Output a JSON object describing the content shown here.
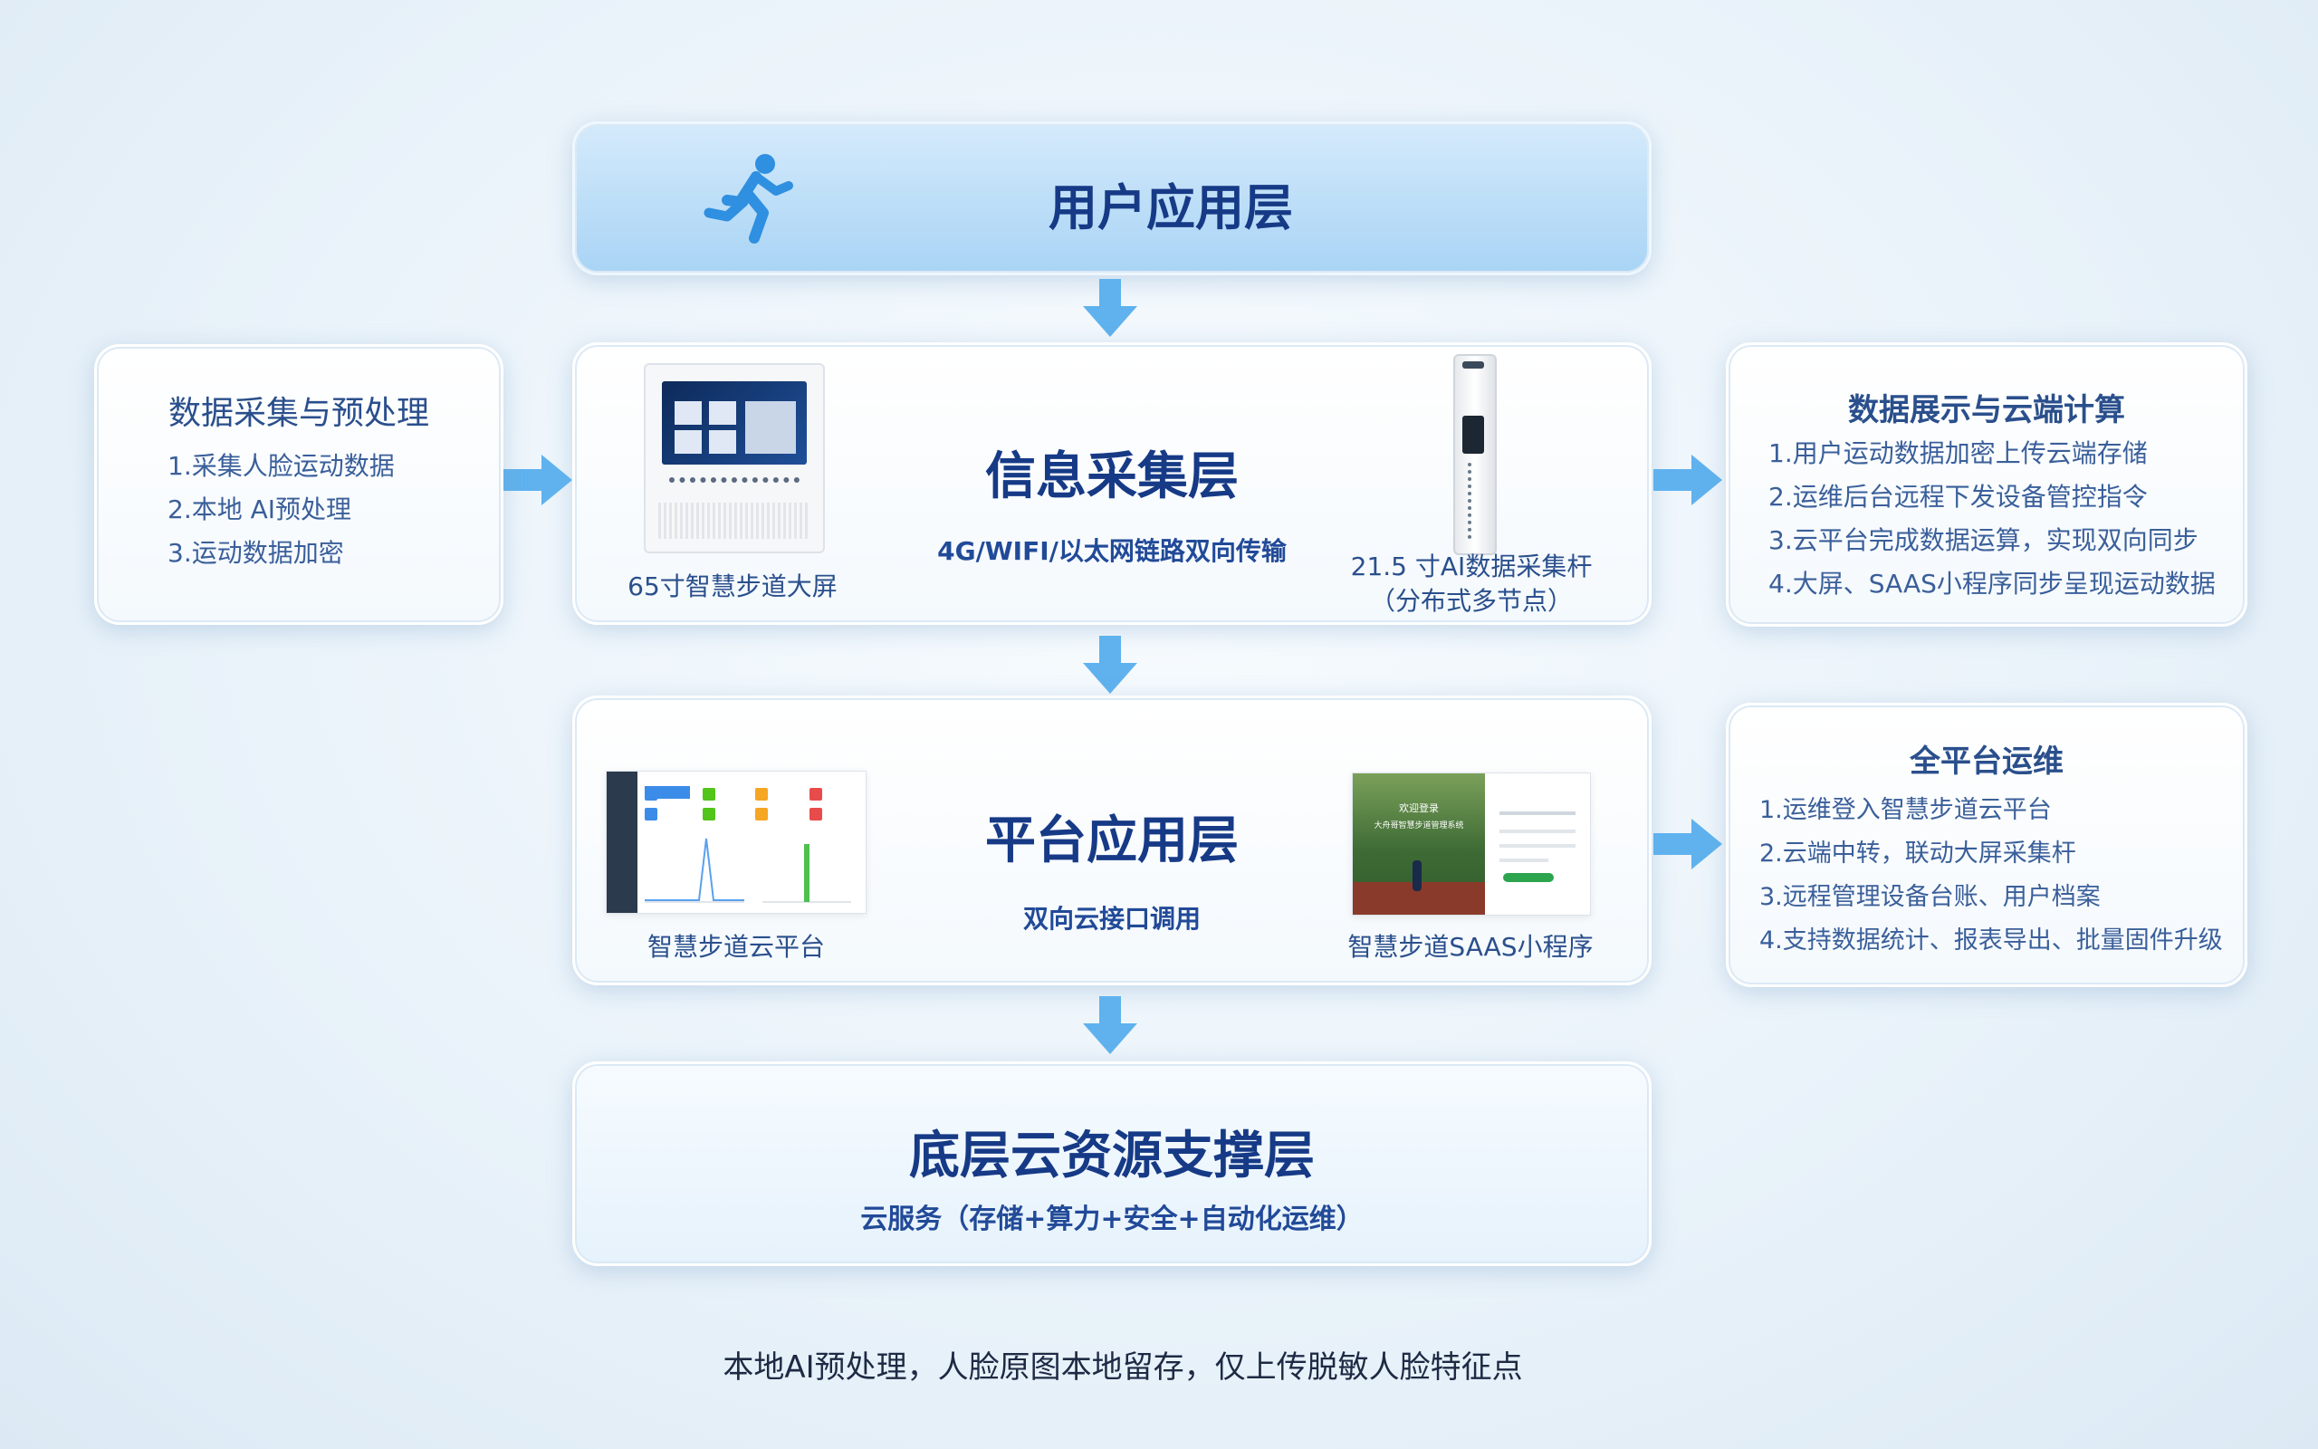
{
  "layers": {
    "user": {
      "title": "用户应用层",
      "icon": "runner-icon"
    },
    "collect": {
      "title": "信息采集层",
      "subtitle": "4G/WIFI/以太网链路双向传输",
      "left_device_caption": "65寸智慧步道大屏",
      "right_device_caption": "21.5 寸AI数据采集杆\n（分布式多节点）"
    },
    "platform": {
      "title": "平台应用层",
      "subtitle": "双向云接口调用",
      "left_caption": "智慧步道云平台",
      "right_caption": "智慧步道SAAS小程序",
      "login_welcome": "欢迎登录",
      "login_system": "大舟哥智慧步道管理系统"
    },
    "cloud": {
      "title": "底层云资源支撑层",
      "subtitle": "云服务（存储+算力+安全+自动化运维）"
    }
  },
  "side": {
    "left": {
      "title": "数据采集与预处理",
      "items": [
        "1.采集人脸运动数据",
        "2.本地 AI预处理",
        "3.运动数据加密"
      ]
    },
    "right_top": {
      "title": "数据展示与云端计算",
      "items": [
        "1.用户运动数据加密上传云端存储",
        "2.运维后台远程下发设备管控指令",
        "3.云平台完成数据运算，实现双向同步",
        "4.大屏、SAAS小程序同步呈现运动数据"
      ]
    },
    "right_bottom": {
      "title": "全平台运维",
      "items": [
        "1.运维登入智慧步道云平台",
        "2.云端中转，联动大屏采集杆",
        "3.远程管理设备台账、用户档案",
        "4.支持数据统计、报表导出、批量固件升级"
      ]
    }
  },
  "footer": "本地AI预处理，人脸原图本地留存，仅上传脱敏人脸特征点",
  "colors": {
    "title": "#163a86",
    "arrow": "#5fb2ee",
    "card_border": "#ffffff"
  }
}
